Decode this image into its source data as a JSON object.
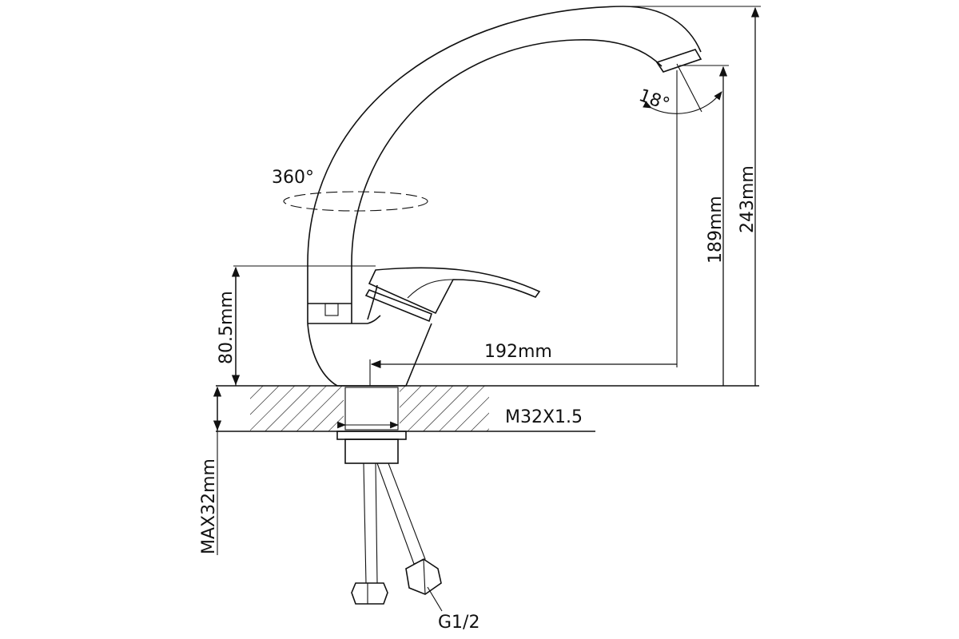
{
  "drawing": {
    "title": "Single-lever kitchen faucet dimension drawing",
    "labels": {
      "total_height": "243mm",
      "spout_height": "189mm",
      "spout_reach": "192mm",
      "body_height": "80.5mm",
      "max_counter_thickness": "MAX32mm",
      "thread": "M32X1.5",
      "hose_connection": "G1/2",
      "swivel_angle": "360°",
      "aerator_angle": "18°"
    }
  }
}
